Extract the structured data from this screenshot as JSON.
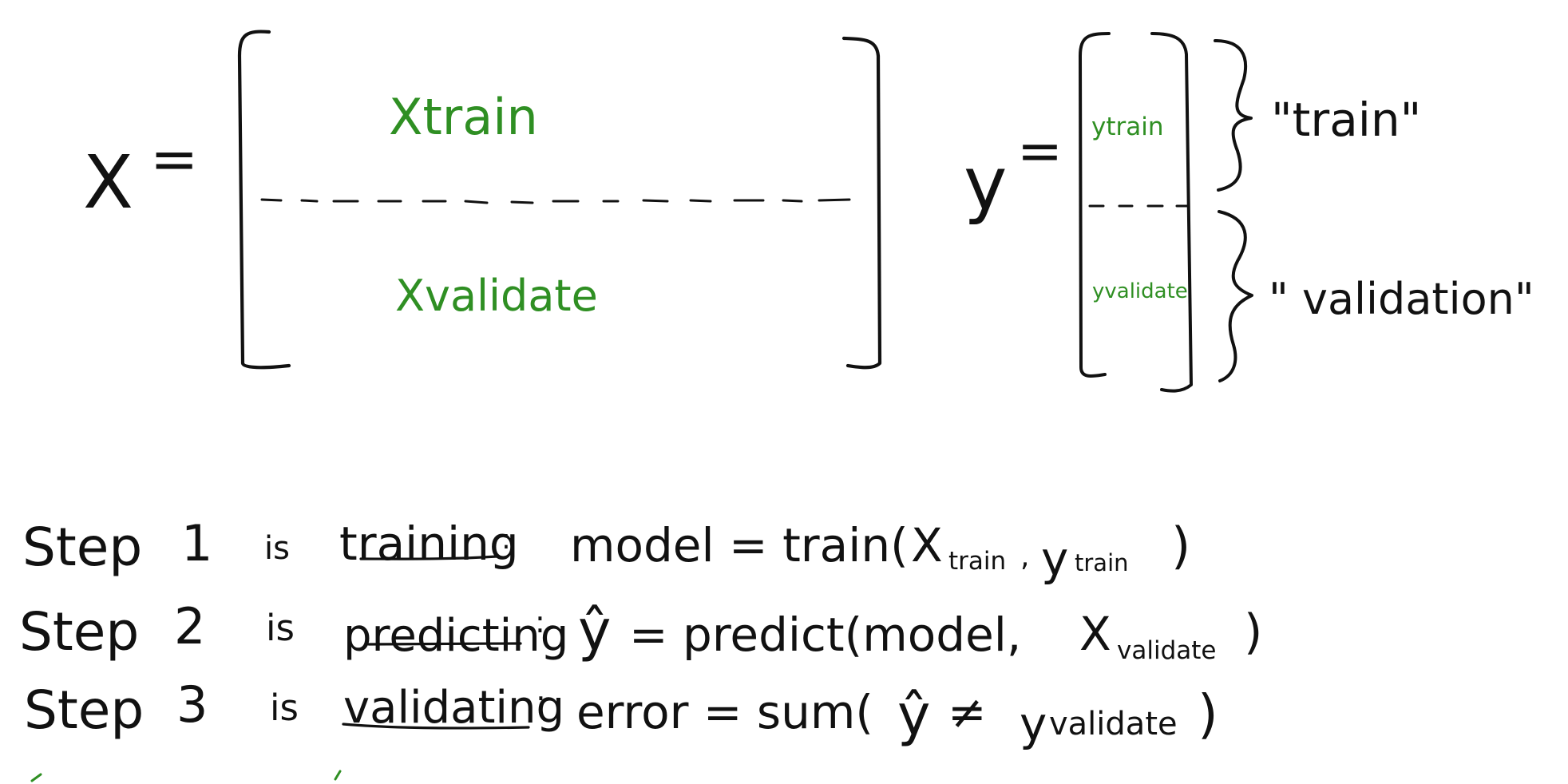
{
  "diagram": {
    "colors": {
      "ink": "#111111",
      "accent": "#2f8f23",
      "background": "#ffffff"
    },
    "matrix_x": {
      "symbol": "X",
      "equals": "=",
      "top": "Xtrain",
      "bottom": "Xvalidate"
    },
    "vector_y": {
      "symbol": "y",
      "equals": "=",
      "top": "ytrain",
      "bottom": "yvalidate"
    },
    "braces": {
      "train_label": "\"train\"",
      "validation_label": "\" validation\""
    },
    "steps": [
      {
        "step": "Step",
        "number": "1",
        "is": "is",
        "name": "training",
        "colon": ":",
        "expression_prefix": "model = train(",
        "x_symbol": "X",
        "x_sub": "train",
        "separator": ",",
        "y_symbol": "y",
        "y_sub": "train",
        "expression_suffix": ")"
      },
      {
        "step": "Step",
        "number": "2",
        "is": "is",
        "name": "predicting",
        "colon": ":",
        "hat_y": "ŷ",
        "expression_middle": " = predict(model,",
        "x_symbol": "X",
        "x_sub": "validate",
        "expression_suffix": ")"
      },
      {
        "step": "Step",
        "number": "3",
        "is": "is",
        "name": "validating",
        "colon": ":",
        "expression_prefix": "error = sum(",
        "hat_y": "ŷ",
        "not_equal": " ≠ ",
        "y_symbol": "y",
        "y_sub": "validate",
        "expression_suffix": ")"
      }
    ]
  }
}
